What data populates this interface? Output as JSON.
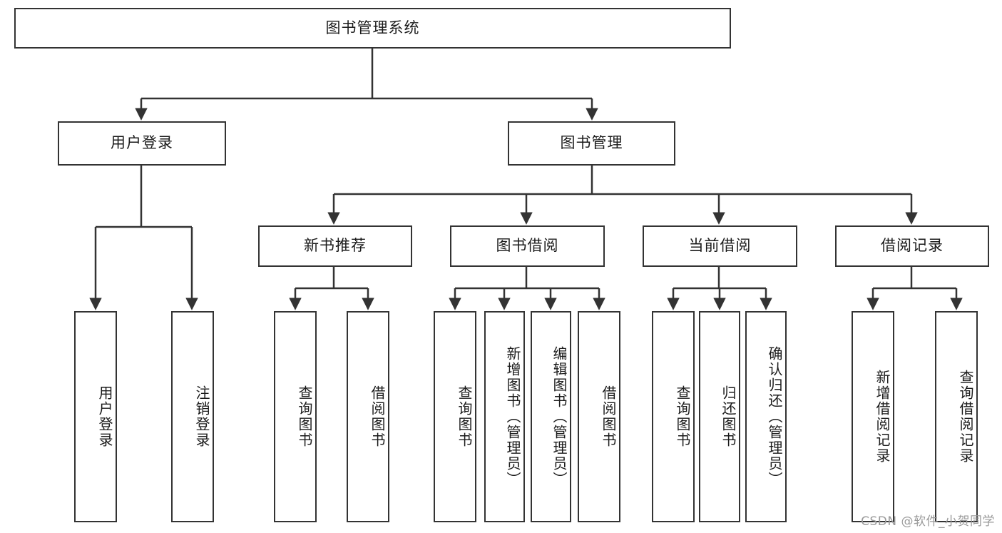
{
  "diagram": {
    "title": "图书管理系统",
    "type": "tree-hierarchy",
    "root": {
      "id": "root",
      "label": "图书管理系统"
    },
    "level2": [
      {
        "id": "user-login",
        "label": "用户登录"
      },
      {
        "id": "book-manage",
        "label": "图书管理"
      }
    ],
    "level3": [
      {
        "id": "new-book-recommend",
        "label": "新书推荐",
        "parent": "book-manage"
      },
      {
        "id": "book-borrow",
        "label": "图书借阅",
        "parent": "book-manage"
      },
      {
        "id": "current-borrow",
        "label": "当前借阅",
        "parent": "book-manage"
      },
      {
        "id": "borrow-record",
        "label": "借阅记录",
        "parent": "book-manage"
      }
    ],
    "leaves": [
      {
        "id": "leaf-user-login",
        "label": "用户登录",
        "parent": "user-login"
      },
      {
        "id": "leaf-logout-login",
        "label": "注销登录",
        "parent": "user-login"
      },
      {
        "id": "leaf-query-book-1",
        "label": "查询图书",
        "parent": "new-book-recommend"
      },
      {
        "id": "leaf-borrow-book-1",
        "label": "借阅图书",
        "parent": "new-book-recommend"
      },
      {
        "id": "leaf-query-book-2",
        "label": "查询图书",
        "parent": "book-borrow"
      },
      {
        "id": "leaf-add-book",
        "label": "新增图书（管理员）",
        "parent": "book-borrow"
      },
      {
        "id": "leaf-edit-book",
        "label": "编辑图书（管理员）",
        "parent": "book-borrow"
      },
      {
        "id": "leaf-borrow-book-2",
        "label": "借阅图书",
        "parent": "book-borrow"
      },
      {
        "id": "leaf-query-book-3",
        "label": "查询图书",
        "parent": "current-borrow"
      },
      {
        "id": "leaf-return-book",
        "label": "归还图书",
        "parent": "current-borrow"
      },
      {
        "id": "leaf-confirm-return",
        "label": "确认归还（管理员）",
        "parent": "current-borrow"
      },
      {
        "id": "leaf-add-record",
        "label": "新增借阅记录",
        "parent": "borrow-record"
      },
      {
        "id": "leaf-query-record",
        "label": "查询借阅记录",
        "parent": "borrow-record"
      }
    ],
    "colors": {
      "box_border": "#333333",
      "box_fill": "#ffffff",
      "edge": "#333333",
      "text": "#1b1b1b",
      "watermark": "#9a9a9a"
    }
  },
  "watermark": {
    "text": "CSDN @软件_小贺同学"
  }
}
